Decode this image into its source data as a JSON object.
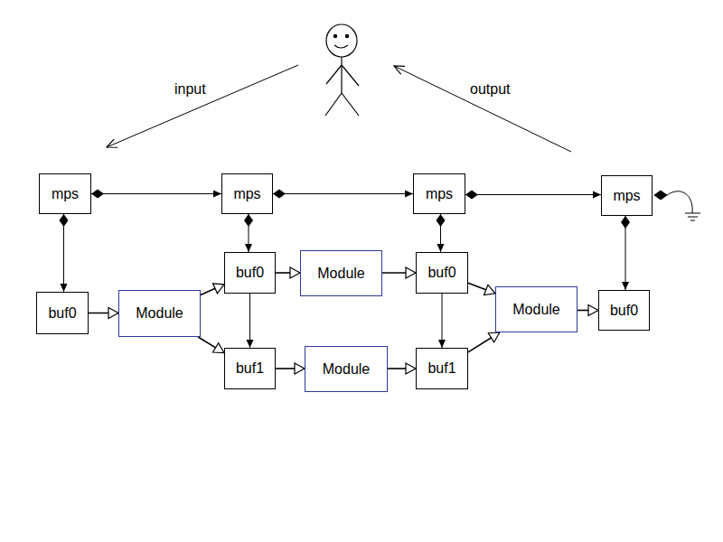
{
  "diagram": {
    "nodes": [
      {
        "text": [
          "mps"
        ]
      },
      {
        "text": [
          "mps"
        ]
      },
      {
        "text": [
          "mps"
        ]
      },
      {
        "text": [
          "mps"
        ]
      },
      {
        "text": [
          "buf0"
        ]
      },
      {
        "text": [
          "Module"
        ]
      },
      {
        "text": [
          "buf0"
        ]
      },
      {
        "text": [
          "Module"
        ]
      },
      {
        "text": [
          "buf0"
        ]
      },
      {
        "text": [
          "Module"
        ]
      },
      {
        "text": [
          "buf0"
        ]
      },
      {
        "text": [
          "buf1"
        ]
      },
      {
        "text": [
          "Module"
        ]
      },
      {
        "text": [
          "buf1"
        ]
      }
    ],
    "edges": [
      {
        "from": 0,
        "to": 1,
        "arrow": "both"
      },
      {
        "from": 1,
        "to": 2,
        "arrow": "both"
      },
      {
        "from": 2,
        "to": 3,
        "arrow": "both"
      },
      {
        "from": 0,
        "to": 8,
        "arrow": "both"
      },
      {
        "from": 1,
        "to": 4,
        "arrow": "both"
      },
      {
        "from": 2,
        "to": 6,
        "arrow": "both"
      },
      {
        "from": 3,
        "to": 10,
        "arrow": "both"
      },
      {
        "from": 4,
        "to": 11,
        "arrow": "to"
      },
      {
        "from": 6,
        "to": 13,
        "arrow": "to"
      },
      {
        "from": 8,
        "to": 9,
        "arrow": "to"
      },
      {
        "from": 9,
        "to": 4,
        "arrow": "to"
      },
      {
        "from": 9,
        "to": 11,
        "arrow": "to"
      },
      {
        "from": 4,
        "to": 5,
        "arrow": "to"
      },
      {
        "from": 5,
        "to": 6,
        "arrow": "to"
      },
      {
        "from": 11,
        "to": 12,
        "arrow": "to"
      },
      {
        "from": 12,
        "to": 13,
        "arrow": "to"
      },
      {
        "from": 6,
        "to": 7,
        "arrow": "to"
      },
      {
        "from": 13,
        "to": 7,
        "arrow": "to"
      },
      {
        "from": 7,
        "to": 10,
        "arrow": "to"
      }
    ],
    "labels": [
      "input",
      "output"
    ]
  }
}
